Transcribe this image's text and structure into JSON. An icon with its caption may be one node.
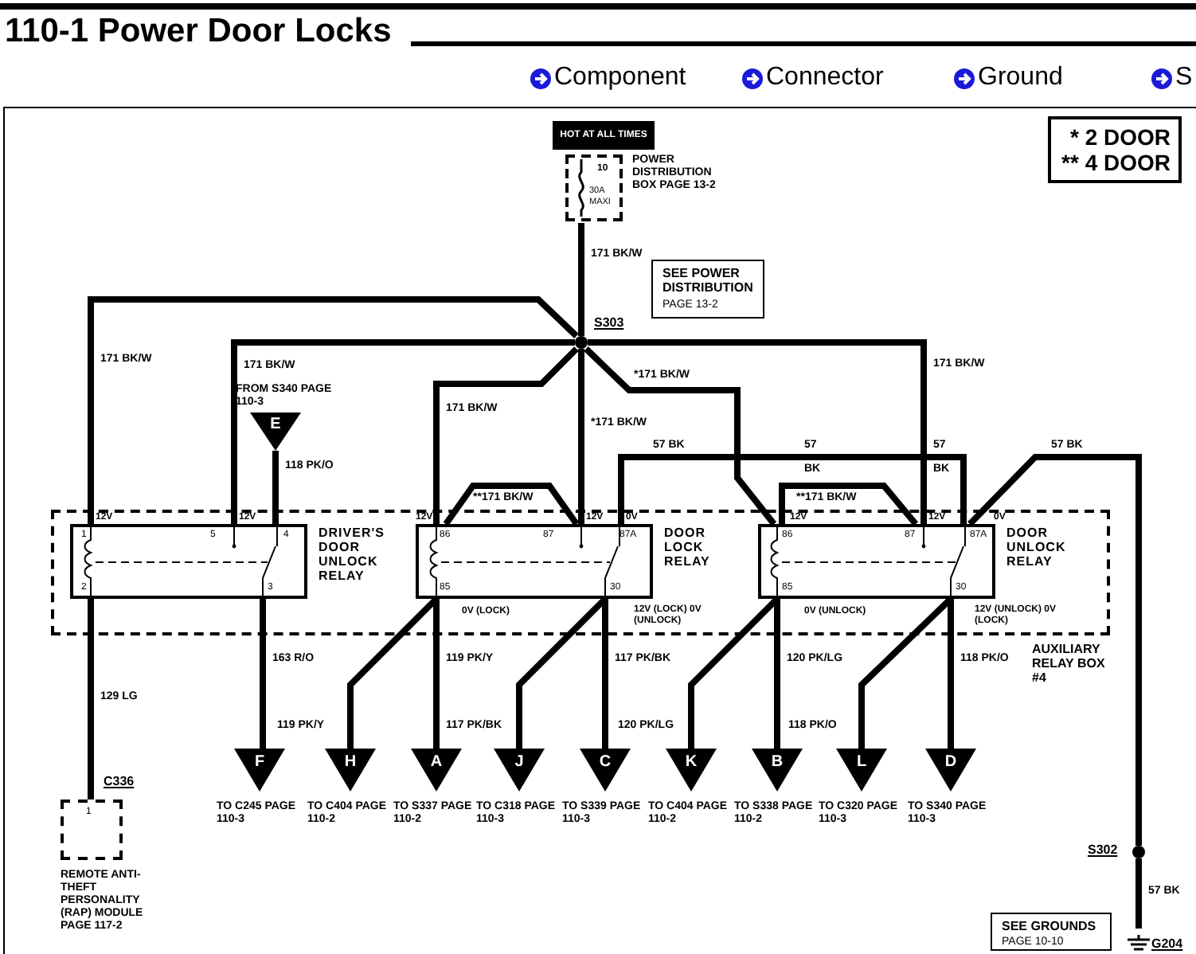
{
  "diagram": {
    "title": "110-1 Power Door Locks",
    "nodes": [
      {
        "text": [
          "HOT AT ALL TIMES"
        ]
      },
      {
        "text": [
          "10",
          "30A MAXI",
          "POWER DISTRIBUTION BOX PAGE 13-2"
        ]
      },
      {
        "text": [
          "SEE POWER DISTRIBUTION",
          "PAGE 13-2"
        ]
      },
      {
        "text": [
          "S303"
        ]
      },
      {
        "text": [
          "FROM S340 PAGE 110-3",
          "E"
        ]
      },
      {
        "text": [
          "AUXILIARY RELAY BOX #4"
        ]
      },
      {
        "text": [
          "1",
          "5",
          "4",
          "2",
          "3",
          "DRIVER'S DOOR UNLOCK RELAY"
        ],
        "in": 5
      },
      {
        "text": [
          "86",
          "87",
          "87A",
          "85",
          "30",
          "DOOR LOCK RELAY"
        ],
        "in": 5
      },
      {
        "text": [
          "86",
          "87",
          "87A",
          "85",
          "30",
          "DOOR UNLOCK RELAY"
        ],
        "in": 5
      },
      {
        "text": [
          "F",
          "TO C245 PAGE 110-3"
        ]
      },
      {
        "text": [
          "H",
          "TO C404 PAGE 110-2"
        ]
      },
      {
        "text": [
          "A",
          "TO S337 PAGE 110-2"
        ]
      },
      {
        "text": [
          "J",
          "TO C318 PAGE 110-3"
        ]
      },
      {
        "text": [
          "C",
          "TO S339 PAGE 110-3"
        ]
      },
      {
        "text": [
          "K",
          "TO C404 PAGE 110-2"
        ]
      },
      {
        "text": [
          "B",
          "TO S338 PAGE 110-2"
        ]
      },
      {
        "text": [
          "L",
          "TO C320 PAGE 110-3"
        ]
      },
      {
        "text": [
          "D",
          "TO S340 PAGE 110-3"
        ]
      },
      {
        "text": [
          "1",
          "REMOTE ANTI-THEFT PERSONALITY (RAP) MODULE PAGE 117-2"
        ],
        "beside": [
          "C336"
        ]
      },
      {
        "text": [
          "S302"
        ]
      },
      {
        "text": [
          "SEE GROUNDS",
          "PAGE 10-10"
        ]
      },
      {
        "text": [
          "G204"
        ]
      }
    ],
    "edges": [
      {
        "from": 1,
        "to": 3,
        "arrow": "none",
        "label": "171 BK/W"
      },
      {
        "from": 3,
        "to": 6,
        "arrow": "none",
        "label": "171 BK/W"
      },
      {
        "from": 3,
        "to": 6,
        "arrow": "none",
        "label": "171 BK/W"
      },
      {
        "from": 3,
        "to": 7,
        "arrow": "none",
        "label": "171 BK/W"
      },
      {
        "from": 3,
        "to": 7,
        "arrow": "none",
        "label": "*171 BK/W"
      },
      {
        "from": 7,
        "to": 7,
        "arrow": "none",
        "label": "**171 BK/W"
      },
      {
        "from": 3,
        "to": 8,
        "arrow": "none",
        "label": "*171 BK/W"
      },
      {
        "from": 3,
        "to": 8,
        "arrow": "none",
        "label": "171 BK/W"
      },
      {
        "from": 8,
        "to": 8,
        "arrow": "none",
        "label": "**171 BK/W"
      },
      {
        "from": 7,
        "to": 8,
        "arrow": "none",
        "label": "57 BK"
      },
      {
        "from": 8,
        "to": 19,
        "arrow": "none",
        "label": "57 BK"
      },
      {
        "from": 19,
        "to": 21,
        "arrow": "none",
        "label": "57 BK"
      },
      {
        "from": 4,
        "to": 6,
        "arrow": "none",
        "label": "118 PK/O"
      },
      {
        "from": 6,
        "to": 18,
        "arrow": "none",
        "label": "129 LG"
      },
      {
        "from": 6,
        "to": 9,
        "arrow": "none",
        "label": "163 R/O"
      },
      {
        "from": 7,
        "to": 10,
        "arrow": "none",
        "label": "119 PK/Y"
      },
      {
        "from": 7,
        "to": 11,
        "arrow": "none",
        "label": "119 PK/Y"
      },
      {
        "from": 7,
        "to": 12,
        "arrow": "none",
        "label": "117 PK/BK"
      },
      {
        "from": 7,
        "to": 13,
        "arrow": "none",
        "label": "117 PK/BK"
      },
      {
        "from": 8,
        "to": 14,
        "arrow": "none",
        "label": "120 PK/LG"
      },
      {
        "from": 8,
        "to": 15,
        "arrow": "none",
        "label": "120 PK/LG"
      },
      {
        "from": 8,
        "to": 16,
        "arrow": "none",
        "label": "118 PK/O"
      },
      {
        "from": 8,
        "to": 17,
        "arrow": "none",
        "label": "118 PK/O"
      }
    ],
    "labels": [
      "Component",
      "Connector",
      "Ground",
      "S",
      "57",
      "BK",
      "57",
      "BK",
      "12V",
      "12V",
      "12V",
      "12V",
      "0V",
      "12V",
      "12V",
      "0V",
      "0V (LOCK)",
      "12V (LOCK) 0V (UNLOCK)",
      "0V (UNLOCK)",
      "12V (UNLOCK) 0V (LOCK)"
    ],
    "legend": [
      {
        "text": "* 2 DOOR"
      },
      {
        "text": "** 4 DOOR"
      }
    ]
  }
}
